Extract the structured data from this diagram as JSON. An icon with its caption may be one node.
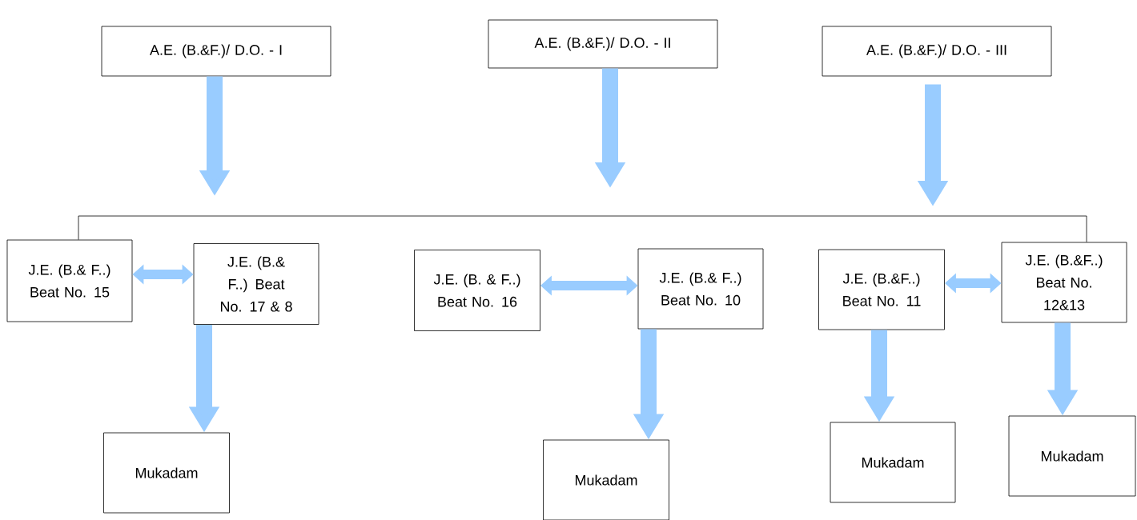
{
  "diagram": {
    "nodes": [
      {
        "text": [
          "A.E. (B.&F.)/ D.O. - I"
        ]
      },
      {
        "text": [
          "A.E. (B.&F.)/ D.O. - II"
        ]
      },
      {
        "text": [
          "A.E. (B.&F.)/ D.O. - III"
        ]
      },
      {
        "text": [
          "J.E. (B.& F..) Beat No. 15"
        ]
      },
      {
        "text": [
          "J.E. (B.& F..) Beat No. 17 & 8"
        ]
      },
      {
        "text": [
          "J.E. (B. & F..) Beat No. 16"
        ]
      },
      {
        "text": [
          "J.E. (B.& F..) Beat No. 10"
        ]
      },
      {
        "text": [
          "J.E. (B.&F..) Beat No. 11"
        ]
      },
      {
        "text": [
          "J.E. (B.&F..) Beat No. 12&13"
        ]
      },
      {
        "text": [
          "Mukadam"
        ]
      },
      {
        "text": [
          "Mukadam"
        ]
      },
      {
        "text": [
          "Mukadam"
        ]
      },
      {
        "text": [
          "Mukadam"
        ]
      }
    ],
    "edges": [
      {
        "from": 0,
        "to": null,
        "arrow": "to"
      },
      {
        "from": 1,
        "to": null,
        "arrow": "to"
      },
      {
        "from": 2,
        "to": null,
        "arrow": "to"
      },
      {
        "from": 3,
        "to": 4,
        "arrow": "both"
      },
      {
        "from": 5,
        "to": 6,
        "arrow": "both"
      },
      {
        "from": 7,
        "to": 8,
        "arrow": "both"
      },
      {
        "from": 4,
        "to": 9,
        "arrow": "to"
      },
      {
        "from": 6,
        "to": 10,
        "arrow": "to"
      },
      {
        "from": 7,
        "to": 11,
        "arrow": "to"
      },
      {
        "from": 8,
        "to": 12,
        "arrow": "to"
      },
      {
        "from": 3,
        "to": 8,
        "arrow": "none",
        "color": "#000000"
      }
    ]
  }
}
